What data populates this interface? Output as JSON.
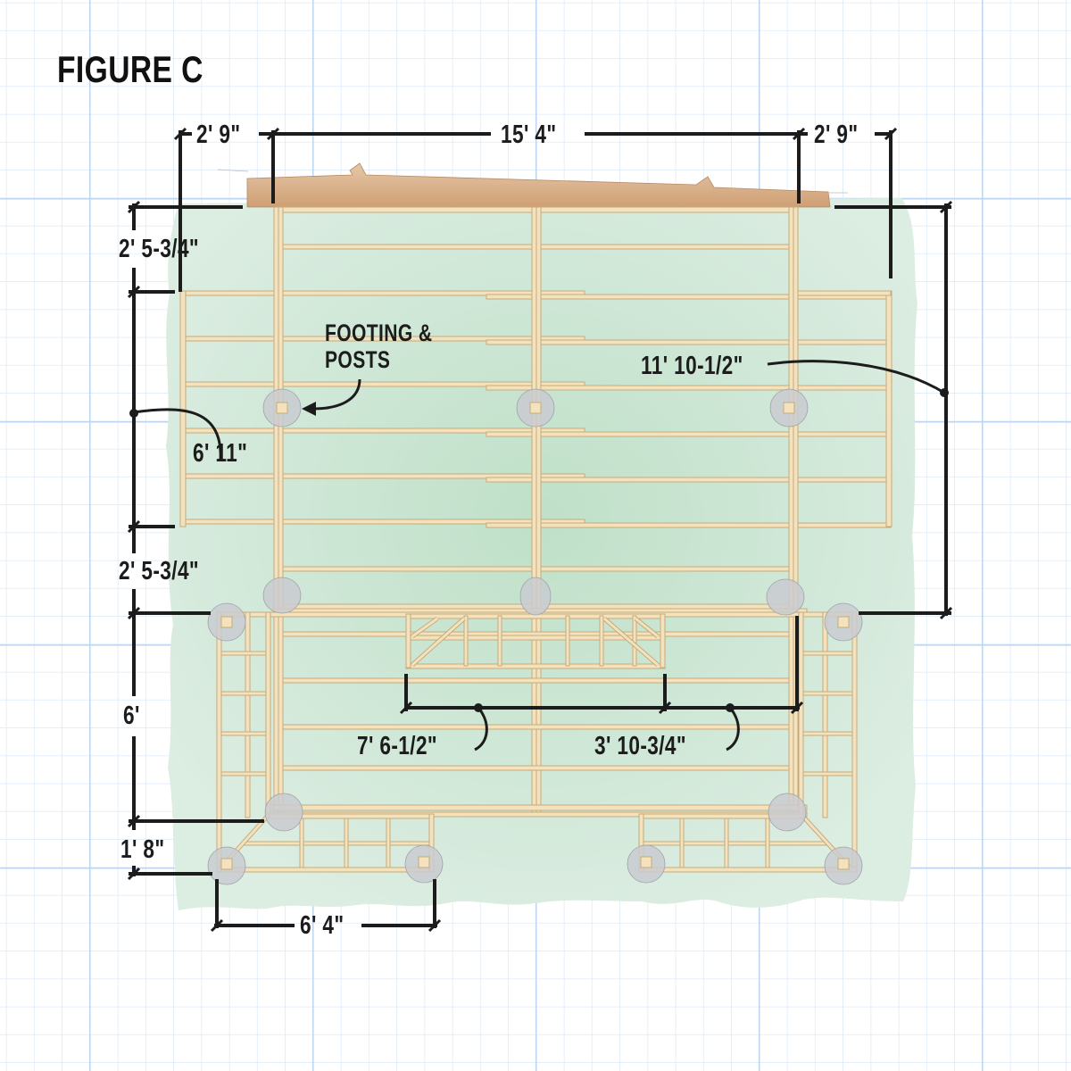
{
  "figure": {
    "title": "FIGURE C",
    "callout": {
      "line1": "FOOTING &",
      "line2": "POSTS"
    }
  },
  "dimensions": {
    "top_left_overhang": "2' 9\"",
    "top_main_width": "15' 4\"",
    "top_right_overhang": "2' 9\"",
    "left_upper_offset": "2' 5-3/4\"",
    "left_wing_depth": "6' 11\"",
    "left_lower_offset": "2' 5-3/4\"",
    "left_lower_deck": "6'",
    "left_step": "1' 8\"",
    "right_total_depth": "11' 10-1/2\"",
    "bottom_step_width": "6' 4\"",
    "mid_truss_width": "7' 6-1/2\"",
    "mid_right_gap": "3' 10-3/4\""
  },
  "colors": {
    "grid_minor": "#dce9f7",
    "grid_major": "#bdd6f2",
    "ground": "#d9ecdf",
    "ground_center": "#bfe0c8",
    "lumber": "#f3e2bd",
    "lumber_edge": "#c4ab7c",
    "house": "#d4a67c",
    "footing": "#c9cbd0",
    "ink": "#1c1c1c"
  }
}
